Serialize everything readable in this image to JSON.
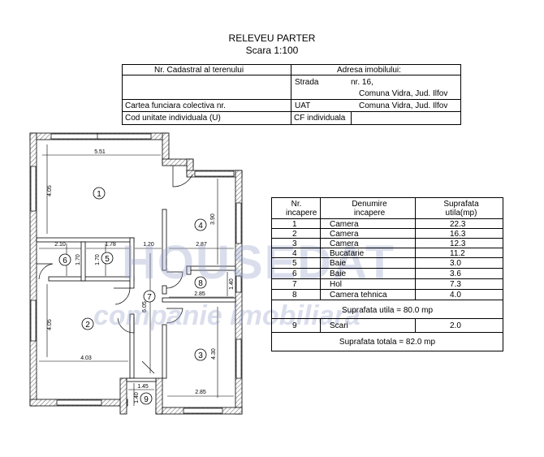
{
  "title": "RELEVEU PARTER",
  "scale": "Scara 1:100",
  "header": {
    "cadastral_label": "Nr. Cadastral al terenului",
    "address_label": "Adresa imobilului:",
    "strada_label": "Strada",
    "street_number": "nr. 16,",
    "commune": "Comuna Vidra, Jud. Ilfov",
    "carte_label": "Cartea funciara colectiva nr.",
    "uat_label": "UAT",
    "uat_value": "Comuna Vidra, Jud. Ilfov",
    "cod_label": "Cod unitate individuala (U)",
    "cf_label": "CF individuala"
  },
  "rooms_table": {
    "columns": [
      "Nr. incapere",
      "Denumire incapere",
      "Suprafata utila(mp)"
    ],
    "rows": [
      {
        "nr": "1",
        "name": "Camera",
        "area": "22.3"
      },
      {
        "nr": "2",
        "name": "Camera",
        "area": "16.3"
      },
      {
        "nr": "3",
        "name": "Camera",
        "area": "12.3"
      },
      {
        "nr": "4",
        "name": "Bucatarie",
        "area": "11.2"
      },
      {
        "nr": "5",
        "name": "Baie",
        "area": "3.0"
      },
      {
        "nr": "6",
        "name": "Baie",
        "area": "3.6"
      },
      {
        "nr": "7",
        "name": "Hol",
        "area": "7.3"
      },
      {
        "nr": "8",
        "name": "Camera tehnica",
        "area": "4.0"
      }
    ],
    "useful_total": "Suprafata utila = 80.0 mp",
    "extra_row": {
      "nr": "9",
      "name": "Scari",
      "area": "2.0"
    },
    "grand_total": "Suprafata totala = 82.0 mp"
  },
  "plan": {
    "room_numbers": [
      "1",
      "2",
      "3",
      "4",
      "5",
      "6",
      "7",
      "8",
      "9"
    ],
    "dimensions": [
      "5.51",
      "4.05",
      "3.90",
      "2.87",
      "2.10",
      "1.78",
      "1.20",
      "1.70",
      "1.70",
      "2.85",
      "1.40",
      "6.05",
      "4.05",
      "4.03",
      "4.30",
      "2.85",
      "1.45",
      "1.40"
    ]
  },
  "watermark": {
    "brand": "HOUSEDAT",
    "tagline": "companie imobiliara"
  },
  "colors": {
    "wall_hatch": "#888888",
    "watermark": "#9aa4cc"
  }
}
